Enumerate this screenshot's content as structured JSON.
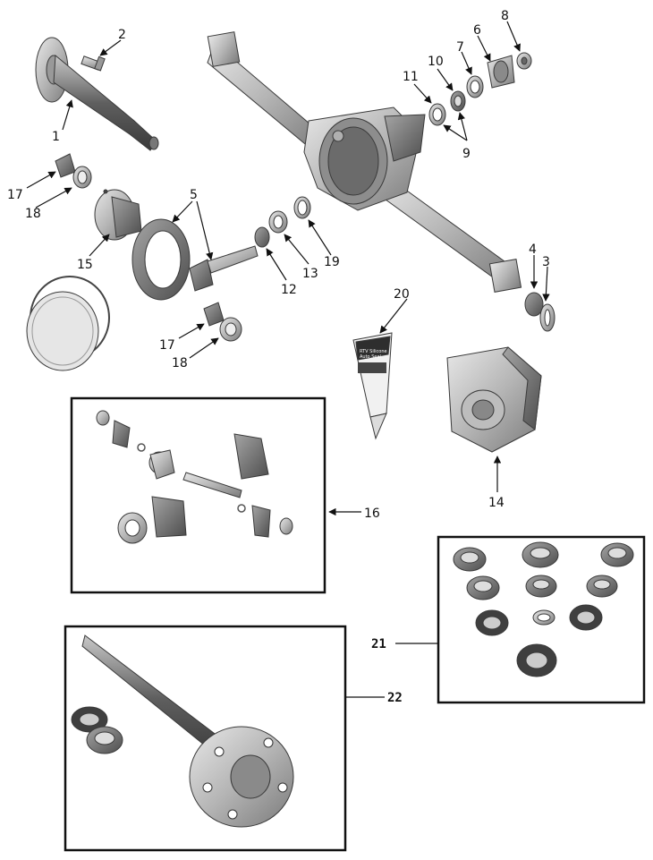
{
  "callouts": {
    "c1": "1",
    "c2": "2",
    "c3": "3",
    "c4": "4",
    "c5": "5",
    "c6": "6",
    "c7": "7",
    "c8": "8",
    "c9": "9",
    "c10": "10",
    "c11": "11",
    "c12": "12",
    "c13": "13",
    "c14": "14",
    "c15": "15",
    "c16": "16",
    "c17a": "17",
    "c17b": "17",
    "c18a": "18",
    "c18b": "18",
    "c19": "19",
    "c20": "20",
    "c21": "21",
    "c22": "22"
  },
  "product_label": {
    "line1": "RTV Silicone",
    "line2": "Auto Seal"
  }
}
